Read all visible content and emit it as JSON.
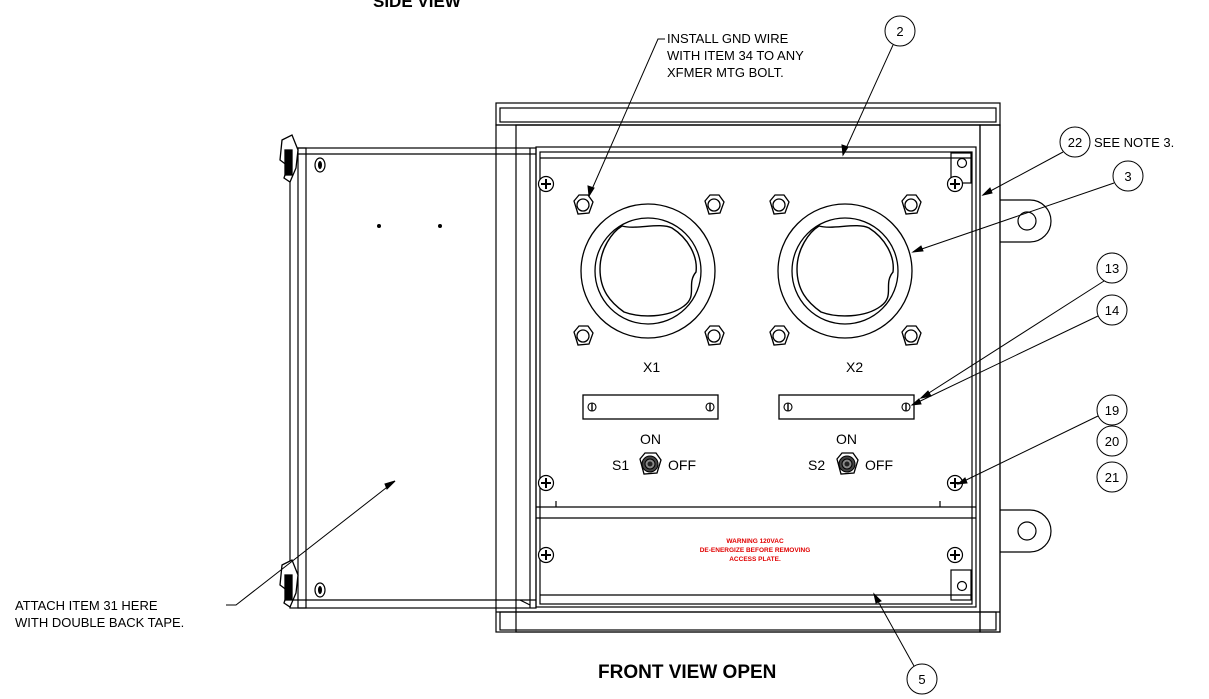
{
  "titles": {
    "side_view": "SIDE VIEW",
    "front_view_open": "FRONT VIEW OPEN"
  },
  "notes": {
    "gnd_wire": [
      "INSTALL GND WIRE",
      "WITH ITEM 34 TO ANY",
      "XFMER MTG BOLT."
    ],
    "attach_item": [
      "ATTACH ITEM 31 HERE",
      "WITH DOUBLE BACK TAPE."
    ],
    "see_note": "SEE NOTE 3."
  },
  "warning": [
    "WARNING 120VAC",
    "DE-ENERGIZE BEFORE REMOVING",
    "ACCESS PLATE."
  ],
  "transformers": [
    "X1",
    "X2"
  ],
  "switches": [
    {
      "id": "S1",
      "on": "ON",
      "off": "OFF"
    },
    {
      "id": "S2",
      "on": "ON",
      "off": "OFF"
    }
  ],
  "balloons": [
    "2",
    "22",
    "3",
    "13",
    "14",
    "19",
    "20",
    "21",
    "5"
  ],
  "colors": {
    "line": "#000000",
    "warning": "#e00000"
  }
}
